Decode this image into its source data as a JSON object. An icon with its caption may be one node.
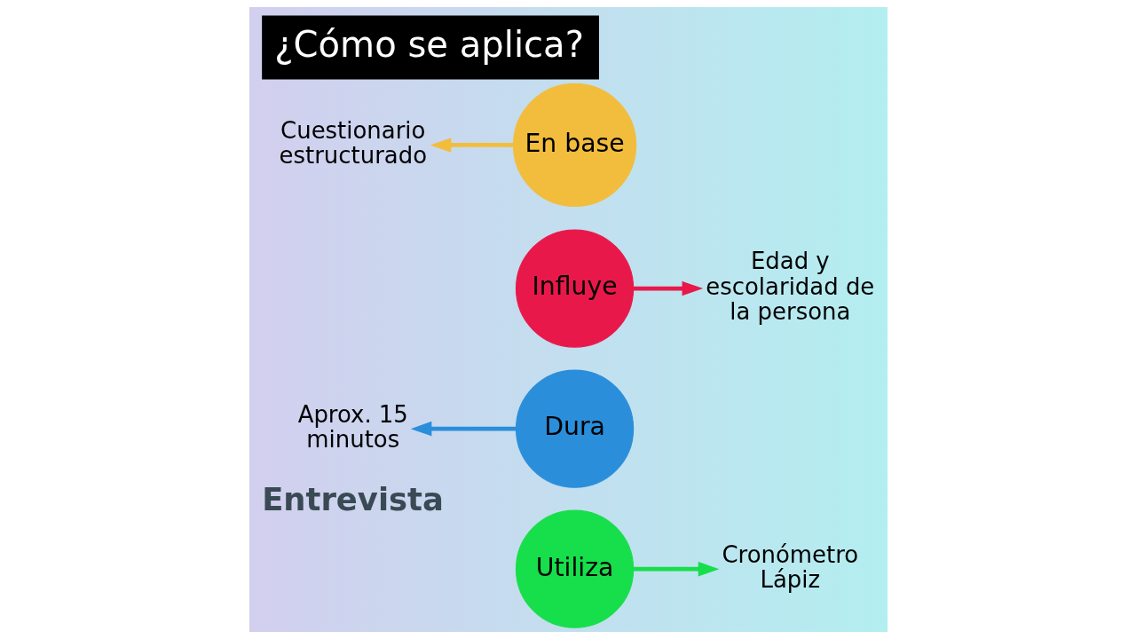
{
  "diagram": {
    "title": "¿Cómo se aplica?",
    "nodes": [
      {
        "text": [
          "En base"
        ]
      },
      {
        "text": [
          "Cuestionario estructurado"
        ]
      },
      {
        "text": [
          "Influye"
        ]
      },
      {
        "text": [
          "Edad y escolaridad de la persona"
        ]
      },
      {
        "text": [
          "Dura"
        ]
      },
      {
        "text": [
          "Aprox. 15 minutos"
        ]
      },
      {
        "text": [
          "Utiliza"
        ]
      },
      {
        "text": [
          "Cronómetro",
          "Lápiz"
        ]
      }
    ],
    "edges": [
      {
        "from": 0,
        "to": 1,
        "arrow": "to",
        "color": "#f2bd3c"
      },
      {
        "from": 2,
        "to": 3,
        "arrow": "to",
        "color": "#e8184a"
      },
      {
        "from": 4,
        "to": 5,
        "arrow": "to",
        "color": "#2a8edb"
      },
      {
        "from": 6,
        "to": 7,
        "arrow": "to",
        "color": "#17de4b"
      }
    ],
    "labels": [
      "Entrevista"
    ]
  }
}
